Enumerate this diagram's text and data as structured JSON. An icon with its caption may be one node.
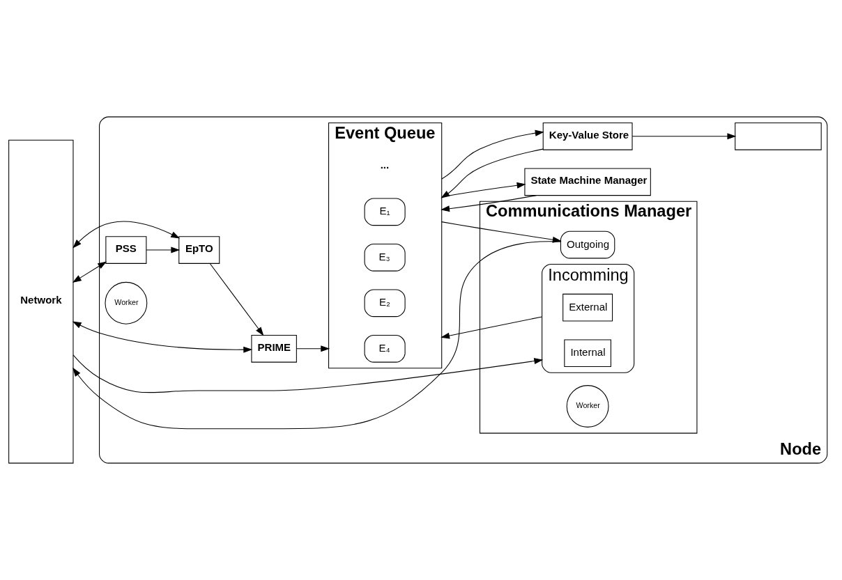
{
  "diagram": {
    "nodes": [
      {
        "text": [
          "Network"
        ]
      },
      {
        "text": [
          "Node"
        ]
      },
      {
        "text": [
          "EpTO"
        ],
        "in": 1
      },
      {
        "text": [
          "PSS"
        ],
        "in": 1
      },
      {
        "text": [
          "PRIME"
        ],
        "in": 1
      },
      {
        "text": [
          "Event Queue"
        ],
        "in": 1
      },
      {
        "text": [
          "E₄"
        ],
        "in": 5
      },
      {
        "text": [
          "E₃"
        ],
        "in": 5
      },
      {
        "text": [
          "E₂"
        ],
        "in": 5
      },
      {
        "text": [
          "E₁"
        ],
        "in": 5
      },
      {
        "text": [
          "Worker"
        ],
        "in": 1
      },
      {
        "text": [
          "Key-Value Store"
        ],
        "in": 1
      },
      {
        "text": [],
        "shape": "box",
        "in": 1
      },
      {
        "text": [
          "State Machine Manager"
        ],
        "in": 1
      },
      {
        "text": [
          "Communications Manager"
        ],
        "in": 1
      },
      {
        "text": [
          "Incomming"
        ],
        "in": 14
      },
      {
        "text": [
          "Internal"
        ],
        "in": 15
      },
      {
        "text": [
          "External"
        ],
        "in": 15
      },
      {
        "text": [
          "Outgoing"
        ],
        "in": 14
      },
      {
        "text": [
          "Worker"
        ],
        "in": 14
      }
    ],
    "edges": [
      {
        "from": 0,
        "to": 2,
        "arrow": "both"
      },
      {
        "from": 2,
        "to": 4,
        "arrow": "to"
      },
      {
        "from": 3,
        "to": 2,
        "arrow": "to"
      },
      {
        "from": 0,
        "to": 3,
        "arrow": "both"
      },
      {
        "from": 0,
        "to": 4,
        "arrow": "both"
      },
      {
        "from": 4,
        "to": 5,
        "arrow": "to"
      },
      {
        "from": 0,
        "to": 15,
        "arrow": "to"
      },
      {
        "from": 15,
        "to": 5,
        "arrow": "to"
      },
      {
        "from": 11,
        "to": 5,
        "arrow": "to"
      },
      {
        "from": 13,
        "to": 5,
        "arrow": "to"
      },
      {
        "from": 5,
        "to": 11,
        "arrow": "to"
      },
      {
        "from": 5,
        "to": 13,
        "arrow": "to"
      },
      {
        "from": 5,
        "to": 18,
        "arrow": "to"
      },
      {
        "from": 11,
        "to": 12,
        "arrow": "to"
      },
      {
        "from": 18,
        "to": 0,
        "arrow": "to"
      }
    ],
    "labels": [
      "..."
    ]
  }
}
